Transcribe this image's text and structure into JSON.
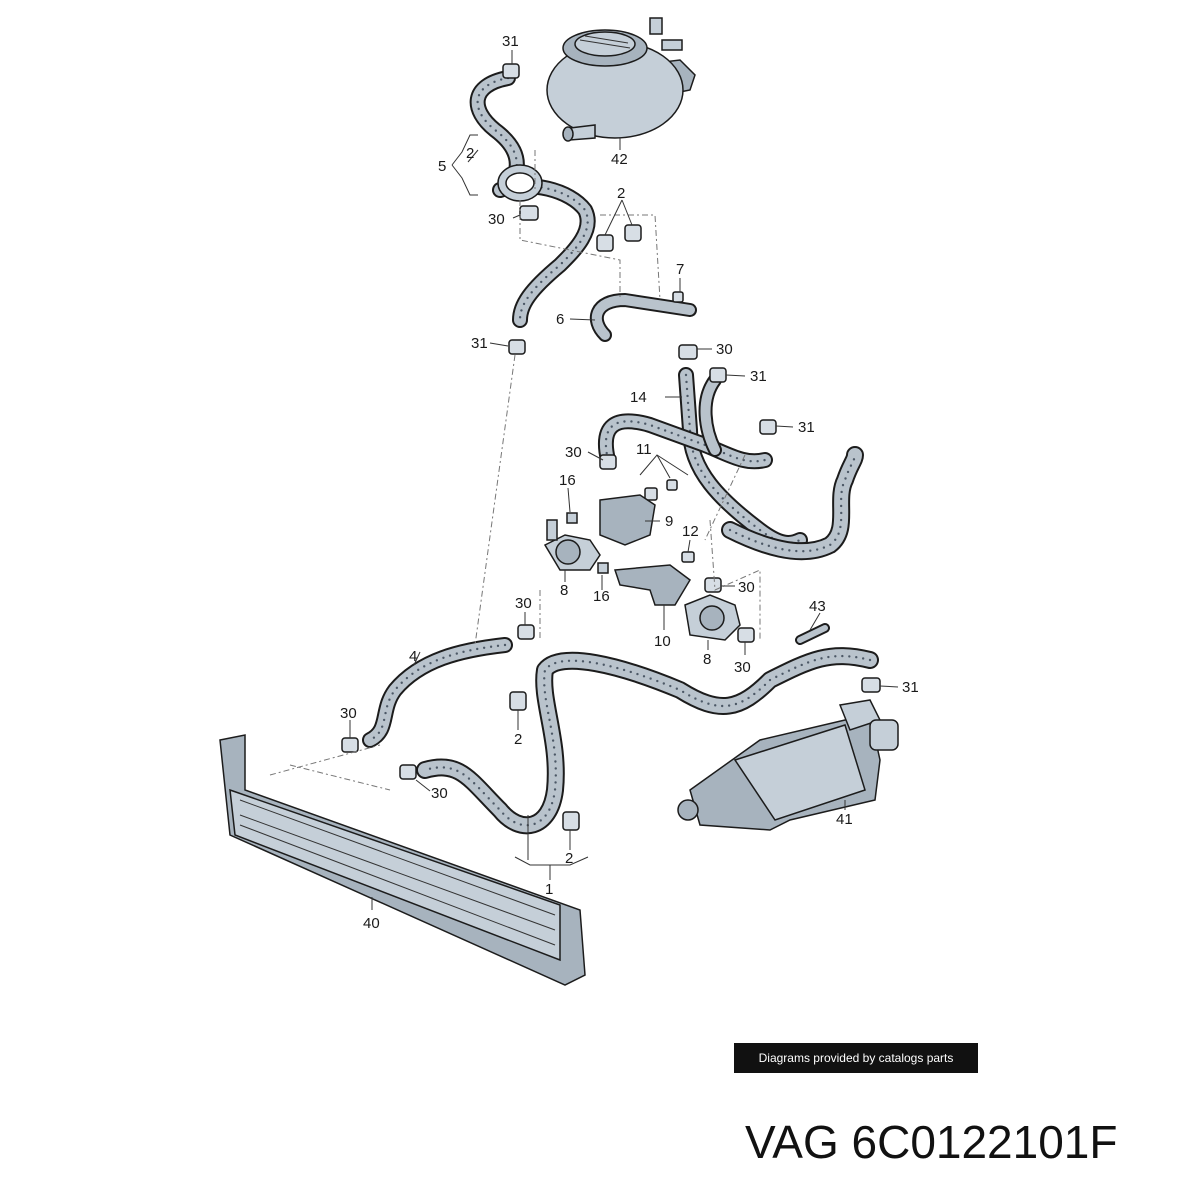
{
  "caption": "Diagrams provided by catalogs parts",
  "part_number": "VAG 6C0122101F",
  "callouts": [
    "31",
    "42",
    "2",
    "5",
    "30",
    "2",
    "7",
    "6",
    "31",
    "30",
    "14",
    "31",
    "31",
    "30",
    "11",
    "16",
    "9",
    "12",
    "8",
    "16",
    "30",
    "43",
    "30",
    "10",
    "8",
    "30",
    "4",
    "31",
    "30",
    "2",
    "30",
    "41",
    "2",
    "1",
    "40"
  ],
  "colors": {
    "hose_dots": "#4c5866",
    "part_fill": "#c5cfd8",
    "caption_bg": "#111111"
  }
}
